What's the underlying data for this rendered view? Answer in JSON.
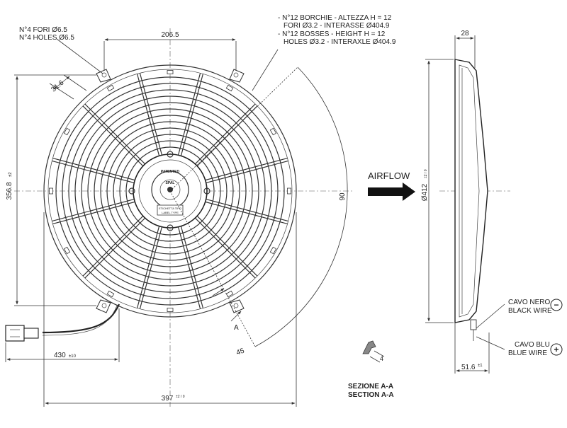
{
  "front_view": {
    "holes_it": "N°4 FORI Ø6.5",
    "holes_en": "N°4 HOLES Ø6.5",
    "bosses_it_1": "- N°12 BORCHIE - ALTEZZA H = 12",
    "bosses_it_2": "FORI Ø3.2 - INTERASSE Ø404.9",
    "bosses_en_1": "- N°12 BOSSES - HEIGHT H = 12",
    "bosses_en_2": "HOLES Ø3.2 - INTERAXLE Ø404.9",
    "dim_top": "206.5",
    "dim_small": "31.6",
    "dim_height": "356.8",
    "dim_height_tol": "±2",
    "dim_width": "397",
    "dim_width_tol": "±2 / 0",
    "dim_cable": "430",
    "dim_cable_tol": "±10",
    "angle_90": "90",
    "angle_45": "45",
    "hub_patented": "PATENTED",
    "hub_logo": "SPAL",
    "hub_label_it": "ETICHETTA TIPO",
    "hub_label_en": "LABEL TYPE",
    "section_mark": "A"
  },
  "section": {
    "dim": "4",
    "title_it": "SEZIONE A-A",
    "title_en": "SECTION A-A"
  },
  "airflow": {
    "label": "AIRFLOW"
  },
  "side_view": {
    "dim_depth_top": "28",
    "dim_diameter": "Ø412",
    "dim_diameter_tol": "±2 / 0",
    "dim_depth_bottom": "51.6",
    "dim_depth_bottom_tol": "±1"
  },
  "wires": {
    "black_it": "CAVO NERO",
    "black_en": "BLACK WIRE",
    "blue_it": "CAVO BLU",
    "blue_en": "BLUE WIRE",
    "minus_symbol": "−",
    "plus_symbol": "+"
  }
}
